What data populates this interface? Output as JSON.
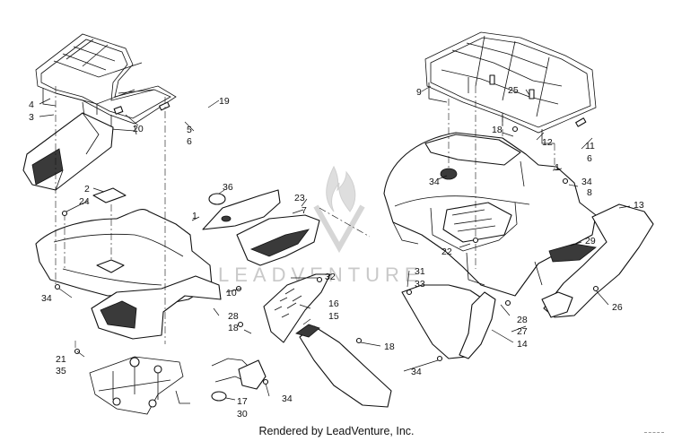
{
  "footer": "Rendered by LeadVenture, Inc.",
  "watermark": "LEADVENTURE",
  "callouts": [
    {
      "id": "c4",
      "text": "4"
    },
    {
      "id": "c3",
      "text": "3"
    },
    {
      "id": "c20",
      "text": "20"
    },
    {
      "id": "c19",
      "text": "19"
    },
    {
      "id": "c5",
      "text": "5"
    },
    {
      "id": "c6a",
      "text": "6"
    },
    {
      "id": "c2",
      "text": "2"
    },
    {
      "id": "c24",
      "text": "24"
    },
    {
      "id": "c36",
      "text": "36"
    },
    {
      "id": "c1",
      "text": "1"
    },
    {
      "id": "c23",
      "text": "23"
    },
    {
      "id": "c7",
      "text": "7"
    },
    {
      "id": "c34a",
      "text": "34"
    },
    {
      "id": "c10",
      "text": "10"
    },
    {
      "id": "c28a",
      "text": "28"
    },
    {
      "id": "c18a",
      "text": "18"
    },
    {
      "id": "c32",
      "text": "32"
    },
    {
      "id": "c16",
      "text": "16"
    },
    {
      "id": "c15",
      "text": "15"
    },
    {
      "id": "c21",
      "text": "21"
    },
    {
      "id": "c35",
      "text": "35"
    },
    {
      "id": "c17",
      "text": "17"
    },
    {
      "id": "c30",
      "text": "30"
    },
    {
      "id": "c34b",
      "text": "34"
    },
    {
      "id": "c18b",
      "text": "18"
    },
    {
      "id": "c34c",
      "text": "34"
    },
    {
      "id": "c31",
      "text": "31"
    },
    {
      "id": "c33",
      "text": "33"
    },
    {
      "id": "c9",
      "text": "9"
    },
    {
      "id": "c25",
      "text": "25"
    },
    {
      "id": "c18c",
      "text": "18"
    },
    {
      "id": "c12",
      "text": "12"
    },
    {
      "id": "c11",
      "text": "11"
    },
    {
      "id": "c6b",
      "text": "6"
    },
    {
      "id": "c1b",
      "text": "1"
    },
    {
      "id": "c34d",
      "text": "34"
    },
    {
      "id": "c8",
      "text": "8"
    },
    {
      "id": "c34e",
      "text": "34"
    },
    {
      "id": "c13",
      "text": "13"
    },
    {
      "id": "c22",
      "text": "22"
    },
    {
      "id": "c29",
      "text": "29"
    },
    {
      "id": "c28b",
      "text": "28"
    },
    {
      "id": "c27",
      "text": "27"
    },
    {
      "id": "c14",
      "text": "14"
    },
    {
      "id": "c26",
      "text": "26"
    }
  ]
}
